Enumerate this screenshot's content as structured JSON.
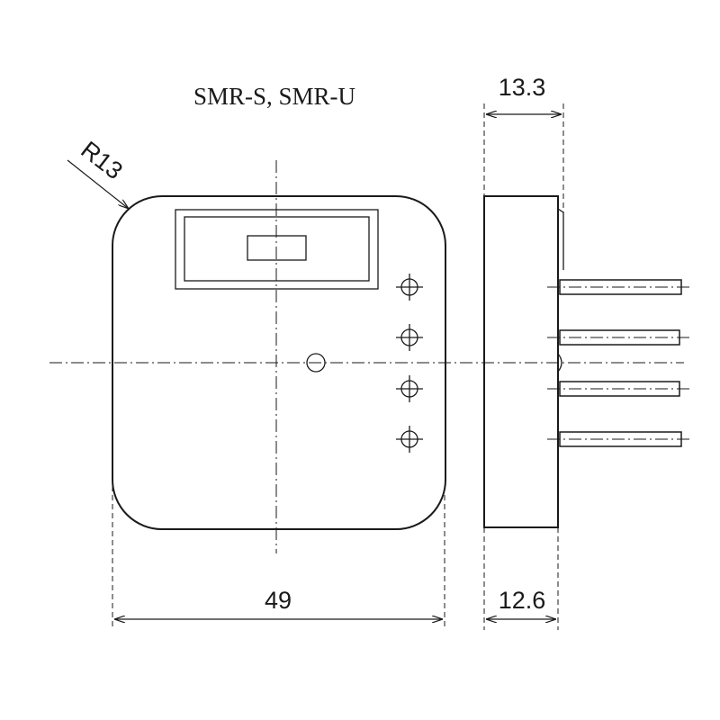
{
  "title": "SMR-S, SMR-U",
  "dimensions": {
    "radius": "R13",
    "width": "49",
    "depth_total": "13.3",
    "depth_body": "12.6"
  }
}
